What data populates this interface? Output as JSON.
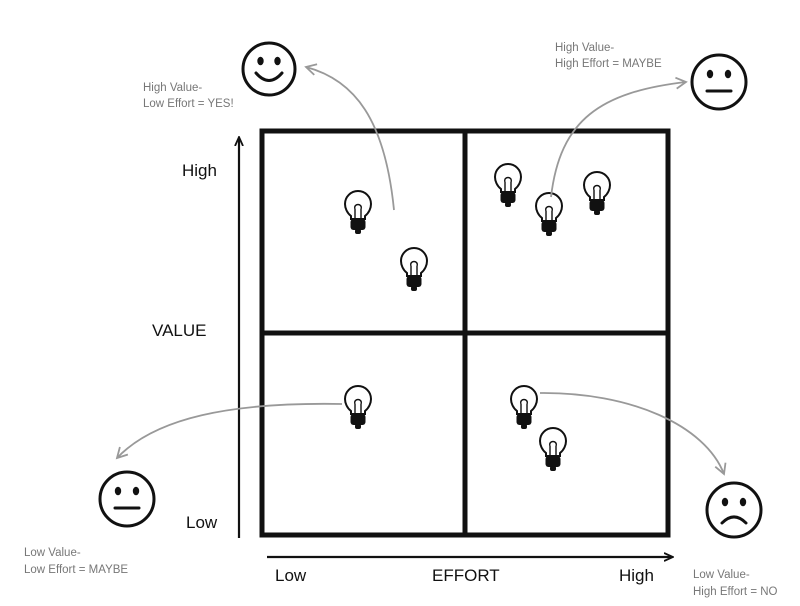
{
  "axes": {
    "y_title": "VALUE",
    "y_high": "High",
    "y_low": "Low",
    "x_title": "EFFORT",
    "x_low": "Low",
    "x_high": "High"
  },
  "quadrants": [
    {
      "id": "high-value-low-effort",
      "value": "High",
      "effort": "Low",
      "ideas": 2
    },
    {
      "id": "high-value-high-effort",
      "value": "High",
      "effort": "High",
      "ideas": 3
    },
    {
      "id": "low-value-low-effort",
      "value": "Low",
      "effort": "Low",
      "ideas": 1
    },
    {
      "id": "low-value-high-effort",
      "value": "Low",
      "effort": "High",
      "ideas": 2
    }
  ],
  "callouts": {
    "top_left": {
      "line1": "High Value-",
      "line2": "Low Effort = YES!",
      "face": "smiley-face-icon"
    },
    "top_right": {
      "line1": "High Value-",
      "line2": "High Effort = MAYBE",
      "face": "neutral-face-icon"
    },
    "bottom_left": {
      "line1": "Low Value-",
      "line2": "Low Effort = MAYBE",
      "face": "neutral-face-icon"
    },
    "bottom_right": {
      "line1": "Low Value-",
      "line2": "High Effort = NO",
      "face": "sad-face-icon"
    }
  },
  "colors": {
    "grid": "#111111",
    "callout_text": "#777777",
    "arrows": "#999999"
  }
}
